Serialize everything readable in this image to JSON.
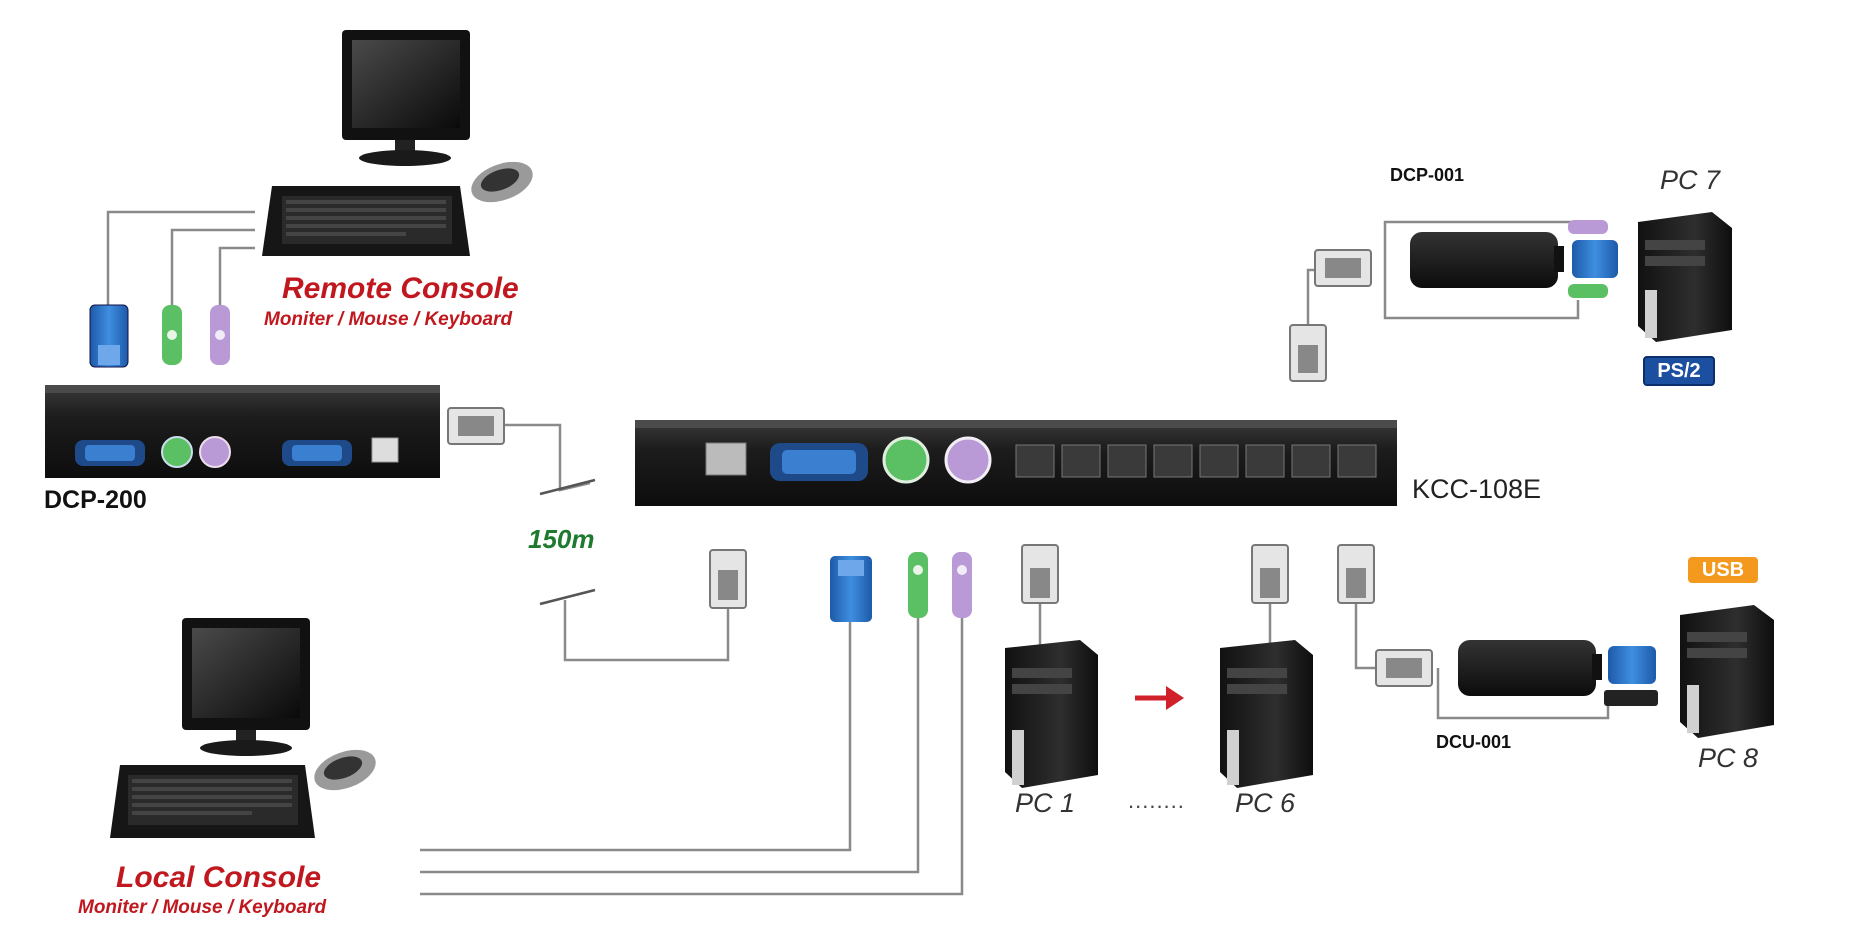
{
  "remote_console": {
    "title": "Remote Console",
    "subtitle": "Moniter / Mouse / Keyboard"
  },
  "local_console": {
    "title": "Local Console",
    "subtitle": "Moniter / Mouse / Keyboard"
  },
  "devices": {
    "dcp200": "DCP-200",
    "kcc108e": "KCC-108E",
    "dcp001": "DCP-001",
    "dcu001": "DCU-001"
  },
  "distance": "150m",
  "pcs": {
    "pc1": "PC 1",
    "pc6": "PC 6",
    "pc7": "PC 7",
    "pc8": "PC 8",
    "ellipsis": "........"
  },
  "badges": {
    "ps2": "PS/2",
    "usb": "USB"
  },
  "colors": {
    "console_red": "#c0181e",
    "distance_green": "#1e7a2e",
    "vga_blue": "#2a6fc4",
    "ps2_green": "#5bbf63",
    "ps2_purple": "#b99ad6",
    "ps2_badge": "#1c4fa0",
    "usb_badge": "#f39a1e",
    "device_black": "#1b1b1b"
  }
}
